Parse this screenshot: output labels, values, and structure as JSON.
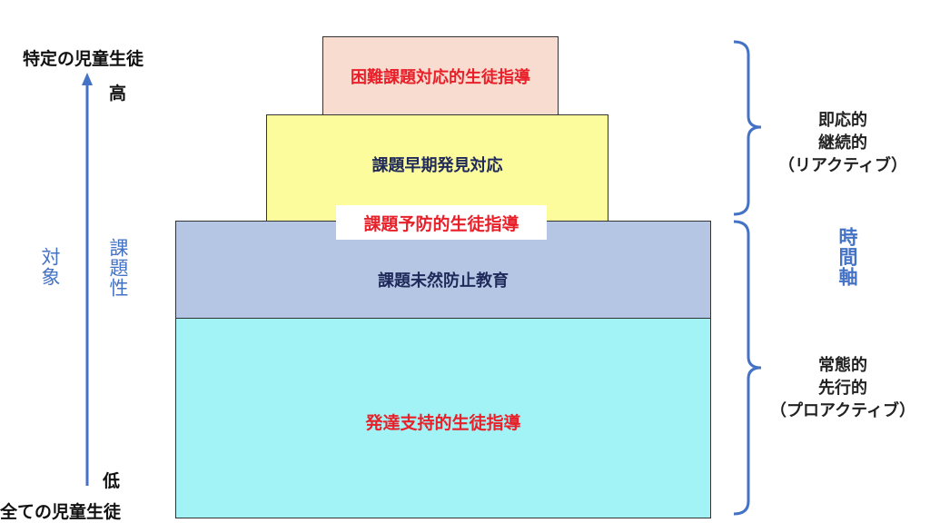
{
  "left_axis": {
    "top_label": "特定の児童生徒",
    "bottom_label": "全ての児童生徒",
    "high": "高",
    "low": "低",
    "target": "対象",
    "issue_level": "課題性"
  },
  "tiers": [
    {
      "label": "困難課題対応的生徒指導",
      "color": "#f8dcd0",
      "text_color": "#e8202a"
    },
    {
      "label": "課題早期発見対応",
      "color": "#fdfc9d",
      "text_color": "#1f2a5a"
    },
    {
      "label": "課題未然防止教育",
      "color": "#b4c6e4",
      "text_color": "#1f2a5a"
    },
    {
      "label": "発達支持的生徒指導",
      "color": "#a2f3f6",
      "text_color": "#e8202a"
    }
  ],
  "overlay_label": "課題予防的生徒指導",
  "right_axis": {
    "upper": [
      "即応的",
      "継続的",
      "（リアクティブ）"
    ],
    "time_axis": "時間軸",
    "lower": [
      "常態的",
      "先行的",
      "（プロアクティブ）"
    ]
  },
  "colors": {
    "accent_blue": "#4472c4",
    "red": "#e8202a"
  }
}
